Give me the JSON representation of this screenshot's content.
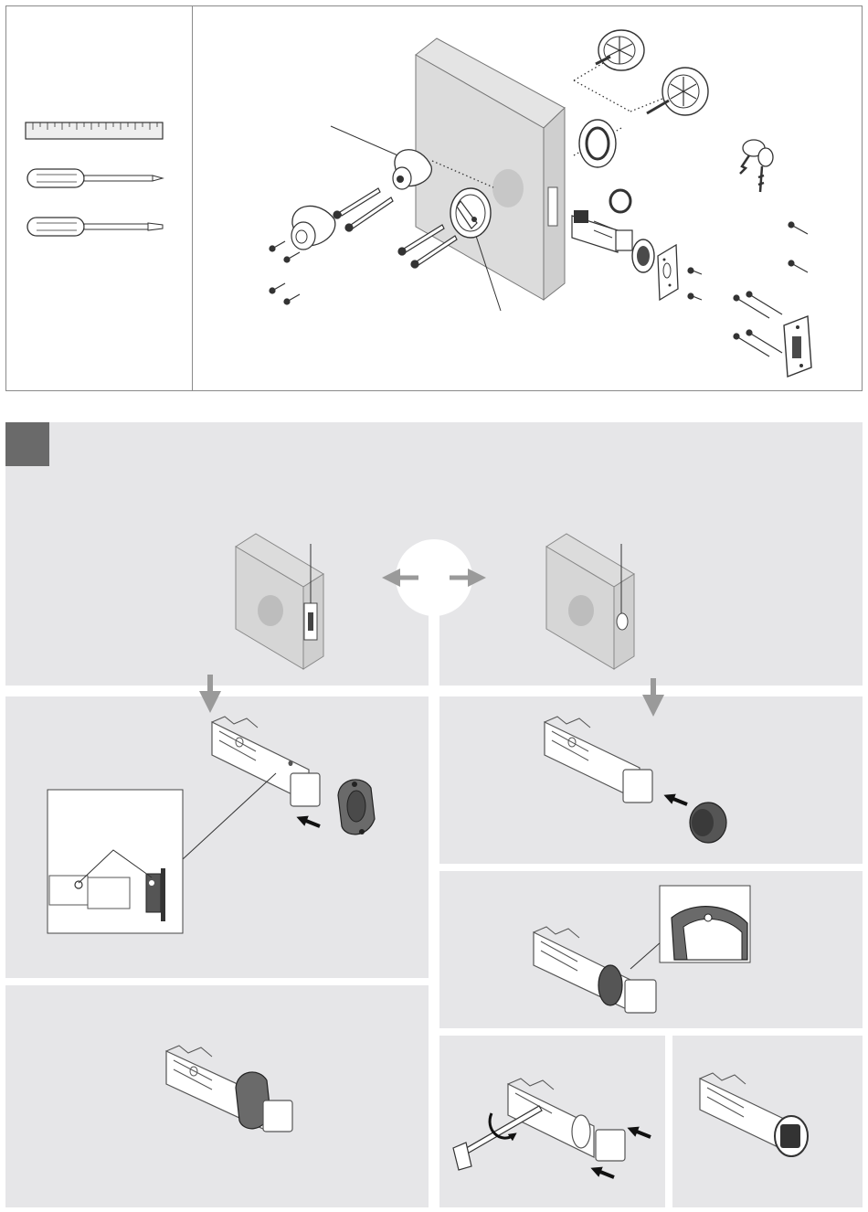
{
  "document": {
    "step_number": ""
  },
  "colors": {
    "panel_bg": "#e6e6e8",
    "line": "#3a3a3a",
    "door": "#d9d9d9",
    "door_side": "#c4c4c4",
    "dark_part": "#4a4a4a",
    "step_badge": "#6a6a6a"
  },
  "parts_overview": {
    "tools": [
      "ruler-icon",
      "phillips-screwdriver-icon",
      "flathead-screwdriver-icon"
    ],
    "components": [
      "exterior-deadbolt-icon",
      "interior-thumbturn-icon",
      "latch-bolt-icon",
      "strike-plate-icon",
      "keys-icon",
      "screws-icon",
      "mounting-plate-icon"
    ]
  },
  "step": {
    "options": [
      "door-edge-with-mortise-icon",
      "door-edge-drive-in-icon"
    ],
    "panels": [
      "faceplate-install-panel",
      "drive-in-collar-panel",
      "collar-detail-panel",
      "faceplate-result-panel",
      "screwdriver-adjust-panel",
      "drive-in-result-panel"
    ]
  }
}
